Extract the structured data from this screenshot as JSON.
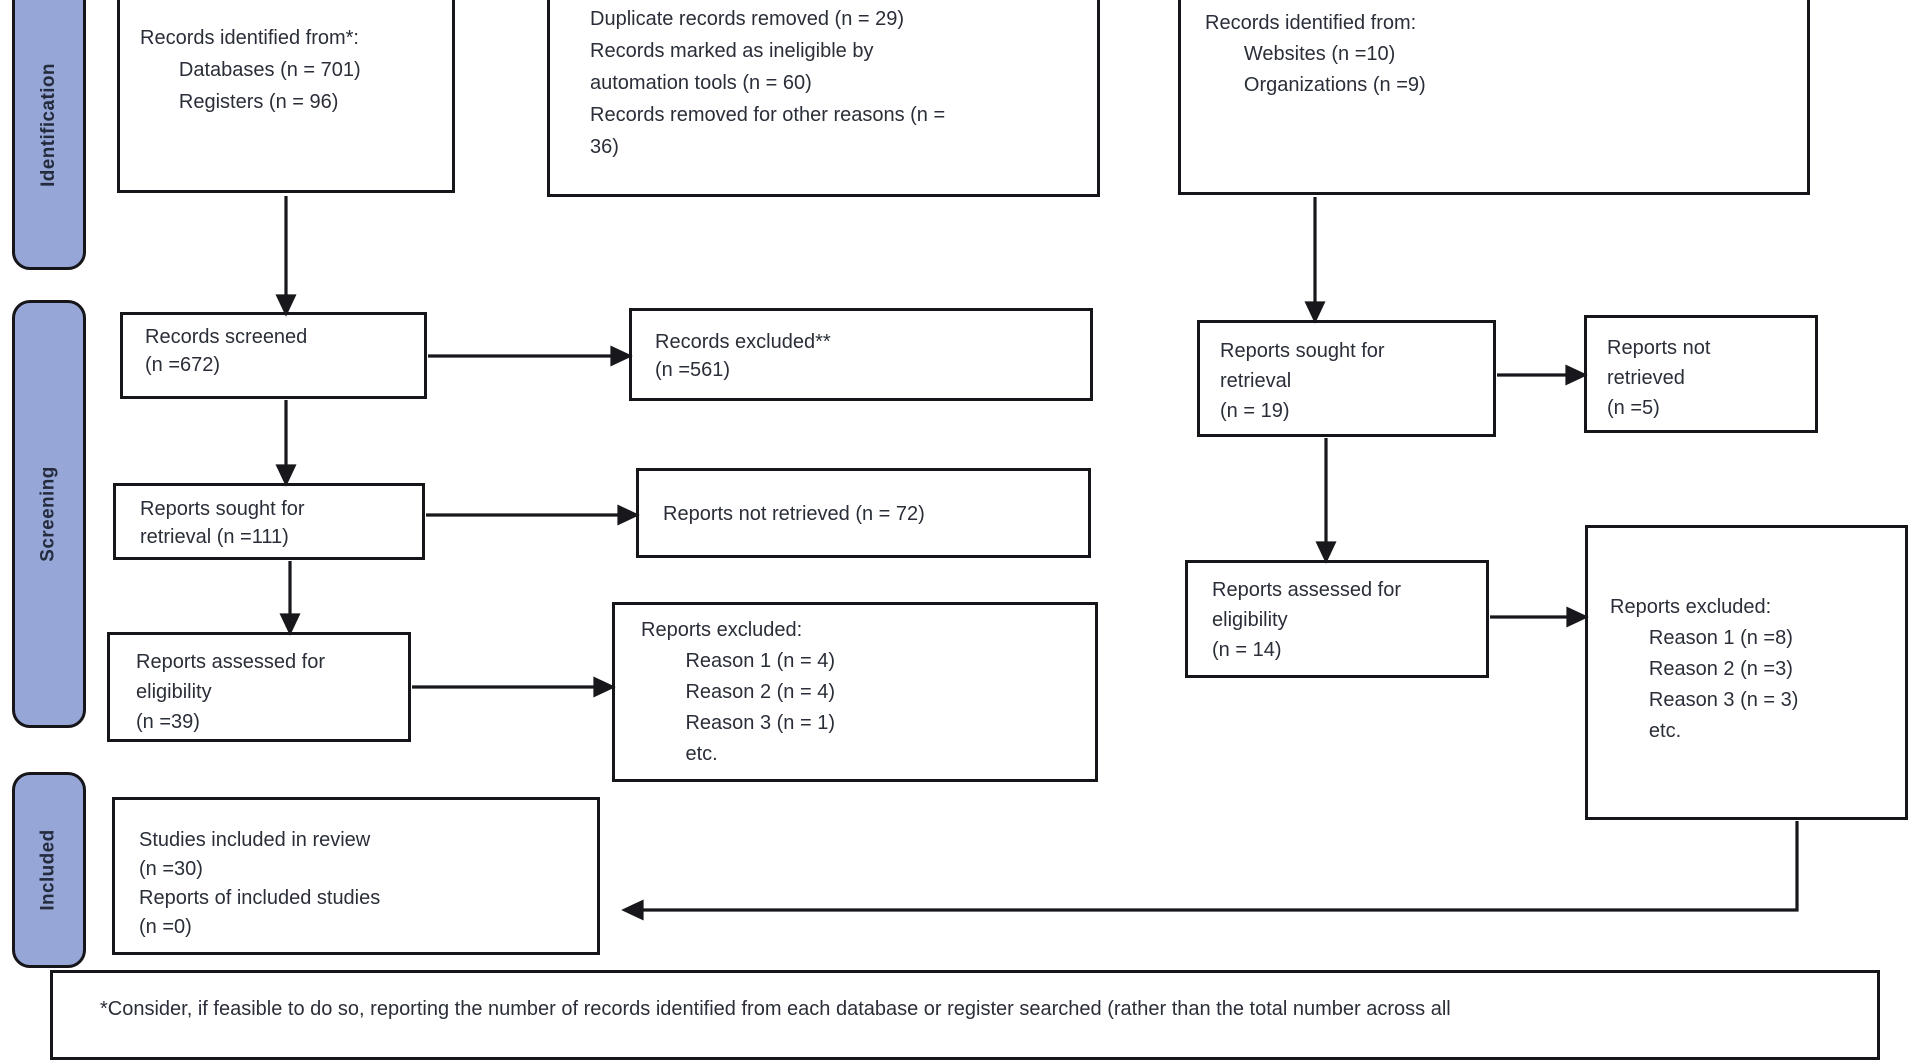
{
  "diagram": {
    "stages": [
      {
        "label": "Identification"
      },
      {
        "label": "Screening"
      },
      {
        "label": "Included"
      }
    ],
    "boxes": {
      "records_identified_databases": {
        "lines": [
          "Records identified from*:",
          "       Databases (n = 701)",
          "       Registers (n = 96)"
        ]
      },
      "records_removed": {
        "lines": [
          "Duplicate records removed (n = 29)",
          "Records marked as ineligible by",
          "automation tools (n = 60)",
          "Records removed for other reasons (n =",
          "36)"
        ]
      },
      "records_identified_other": {
        "lines": [
          "Records identified from:",
          "       Websites (n =10)",
          "       Organizations (n =9)"
        ]
      },
      "records_screened": {
        "lines": [
          "Records screened",
          "(n =672)"
        ]
      },
      "records_excluded": {
        "lines": [
          "Records excluded**",
          "(n =561)"
        ]
      },
      "reports_sought_databases": {
        "lines": [
          "Reports sought for",
          "retrieval (n =111)"
        ]
      },
      "reports_not_retrieved_databases": {
        "lines": [
          "Reports not retrieved (n = 72)"
        ]
      },
      "reports_assessed_databases": {
        "lines": [
          "Reports assessed for",
          "eligibility",
          "(n =39)"
        ]
      },
      "reports_excluded_databases": {
        "lines": [
          "Reports excluded:",
          "        Reason 1 (n = 4)",
          "        Reason 2 (n = 4)",
          "        Reason 3 (n = 1)",
          "        etc."
        ]
      },
      "reports_sought_other": {
        "lines": [
          "Reports sought for",
          "retrieval",
          "(n = 19)"
        ]
      },
      "reports_not_retrieved_other": {
        "lines": [
          "Reports not",
          "retrieved",
          "(n =5)"
        ]
      },
      "reports_assessed_other": {
        "lines": [
          "Reports assessed for",
          "eligibility",
          "(n = 14)"
        ]
      },
      "reports_excluded_other": {
        "lines": [
          "Reports excluded:",
          "       Reason 1 (n =8)",
          "       Reason 2 (n =3)",
          "       Reason 3 (n = 3)",
          "       etc."
        ]
      },
      "studies_included": {
        "lines": [
          "Studies included in review",
          "(n =30)",
          "Reports of included studies",
          "(n =0)"
        ]
      }
    },
    "footnote": "*Consider, if feasible to do so, reporting the number of records identified from each database or register searched (rather than the total number across all",
    "colors": {
      "stage_fill": "#96a6d6",
      "border": "#15151a",
      "arrow": "#17171c",
      "text": "#2a2e38"
    }
  }
}
